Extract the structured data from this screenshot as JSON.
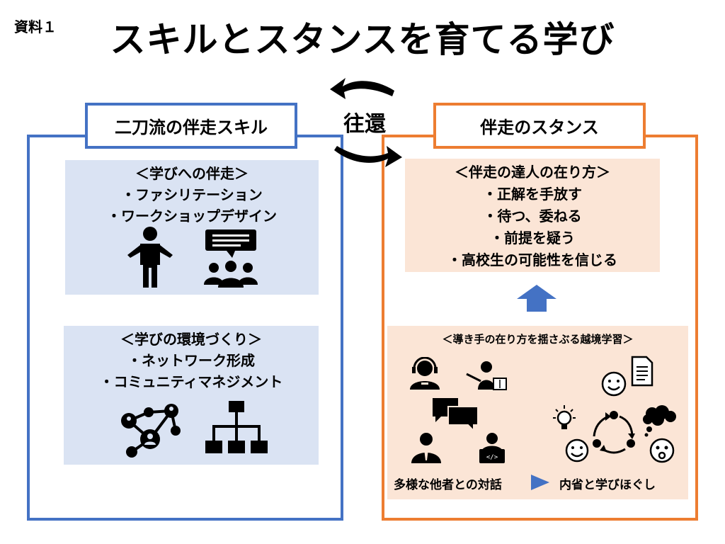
{
  "header": {
    "doc_label": "資料１",
    "title": "スキルとスタンスを育てる学び"
  },
  "center": {
    "label": "往還"
  },
  "left": {
    "heading": "二刀流の伴走スキル",
    "box1": {
      "title": "＜学びへの伴走＞",
      "items": [
        "・ファシリテーション",
        "・ワークショップデザイン"
      ]
    },
    "box2": {
      "title": "＜学びの環境づくり＞",
      "items": [
        "・ネットワーク形成",
        "・コミュニティマネジメント"
      ]
    }
  },
  "right": {
    "heading": "伴走のスタンス",
    "box1": {
      "title": "＜伴走の達人の在り方＞",
      "items": [
        "・正解を手放す",
        "・待つ、委ねる",
        "・前提を疑う",
        "・高校生の可能性を信じる"
      ]
    },
    "box2": {
      "title": "＜導き手の在り方を揺さぶる越境学習＞",
      "caption_left": "多様な他者との対話",
      "caption_right": "内省と学びほぐし"
    }
  },
  "colors": {
    "blue": "#4472c4",
    "orange": "#ed7d31",
    "light_blue": "#dae3f3",
    "peach": "#fbe5d6"
  },
  "icons": [
    "presenter-icon",
    "audience-icon",
    "network-icon",
    "org-chart-icon",
    "headset-person-icon",
    "teacher-icon",
    "chat-bubbles-icon",
    "businessman-icon",
    "coder-icon",
    "lightbulb-icon",
    "cycle-arrows-icon",
    "smiley-icon",
    "document-icon",
    "surprised-face-icon",
    "thought-cloud-icon"
  ]
}
